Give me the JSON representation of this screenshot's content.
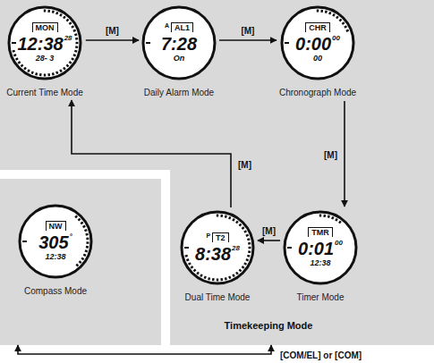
{
  "diagram": {
    "nodes": [
      {
        "text": [
          "Timekeeping Mode"
        ]
      },
      {
        "text": [
          "MON",
          "12:38",
          "28",
          "28- 3",
          "Current Time Mode"
        ],
        "in": 0
      },
      {
        "text": [
          "A",
          "AL1",
          "7:28",
          "On",
          "Daily Alarm Mode"
        ],
        "in": 0
      },
      {
        "text": [
          "CHR",
          "0:00",
          "00",
          "00",
          "Chronograph Mode"
        ],
        "in": 0
      },
      {
        "text": [
          "TMR",
          "0:01",
          "00",
          "12:38",
          "Timer Mode"
        ],
        "in": 0
      },
      {
        "text": [
          "P",
          "T2",
          "8:38",
          "28",
          "Dual Time Mode"
        ],
        "in": 0
      },
      {
        "text": [
          "NW",
          "305",
          "°",
          "12:38",
          "Compass Mode"
        ]
      }
    ],
    "edges": [
      {
        "from": 1,
        "to": 2,
        "label": "[M]",
        "arrow": "to"
      },
      {
        "from": 2,
        "to": 3,
        "label": "[M]",
        "arrow": "to"
      },
      {
        "from": 3,
        "to": 4,
        "label": "[M]",
        "arrow": "to"
      },
      {
        "from": 4,
        "to": 5,
        "label": "[M]",
        "arrow": "to"
      },
      {
        "from": 5,
        "to": 1,
        "label": "[M]",
        "arrow": "to"
      },
      {
        "from": 0,
        "to": 6,
        "label": "[COM/EL] or [COM]",
        "arrow": "both"
      }
    ]
  }
}
